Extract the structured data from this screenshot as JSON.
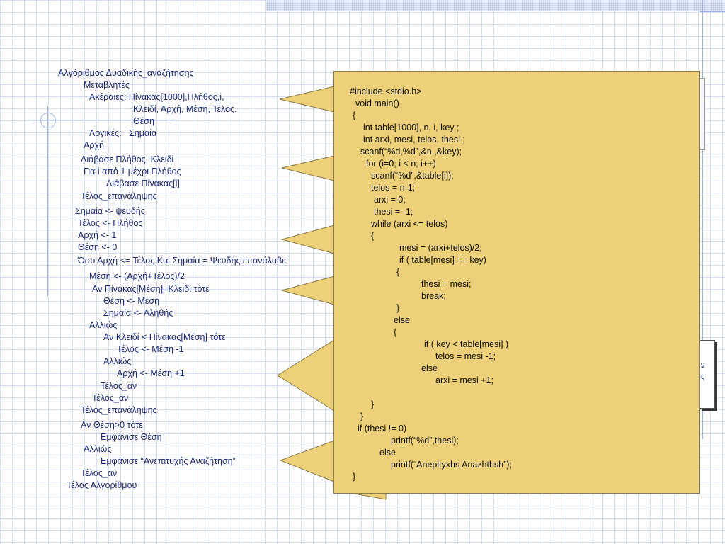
{
  "algorithm": {
    "lines": [
      "Αλγόριθμος Δυαδικής_αναζήτησης",
      "Μεταβλητές",
      "Ακέραιες: Πίνακας[1000],Πλήθος,i,",
      "Κλειδί, Αρχή, Μέση, Τέλος,",
      "Θέση",
      "Λογικές:   Σημαία",
      "Αρχή",
      "Διάβασε Πλήθος, Κλειδί",
      "Για i από 1 μέχρι Πλήθος",
      "Διάβασε Πίνακας[i]",
      "Τέλος_επανάληψης",
      "Σημαία <- ψευδής",
      "Τέλος <- Πλήθος",
      "Αρχή <- 1",
      "Θέση <- 0",
      "Όσο Αρχή <= Τέλος Και Σημαία = Ψευδής επανάλαβε",
      "Μέση <- (Αρχή+Τέλος)/2",
      "Αν Πίνακας[Μέση]=Κλειδί τότε",
      "Θέση <- Μέση",
      "Σημαία <- Αληθής",
      "Αλλιώς",
      "Αν Κλειδί < Πίνακας[Μέση] τότε",
      "Τέλος <- Μέση -1",
      "Αλλιώς",
      "Αρχή <- Μέση +1",
      "Τέλος_αν",
      "Τέλος_αν",
      "Τέλος_επανάληψης",
      "Αν Θέση>0 τότε",
      "Εμφάνισε Θέση",
      "Αλλιώς",
      "Εμφάνισε “Ανεπιτυχής Αναζήτηση”",
      "Τέλος_αν",
      "Τέλος Αλγορίθμου"
    ]
  },
  "code": {
    "lines": [
      "#include <stdio.h>",
      "void main()",
      "{",
      "int table[1000], n, i, key ;",
      "int arxi, mesi, telos, thesi ;",
      "scanf(“%d,%d”,&n ,&key);",
      "for (i=0; i < n; i++)",
      "scanf(“%d”,&table[i]);",
      "telos = n-1;",
      "arxi = 0;",
      "thesi = -1;",
      "while (arxi <= telos)",
      "{",
      "mesi = (arxi+telos)/2;",
      "if ( table[mesi] == key)",
      "{",
      "thesi = mesi;",
      "break;",
      "}",
      "else",
      "{",
      "if ( key < table[mesi] )",
      "telos = mesi -1;",
      "else",
      "arxi = mesi +1;",
      "}",
      "}",
      "if (thesi != 0)",
      "printf(“%d”,thesi);",
      "else",
      "printf(“Anepityxhs Anazhthsh”);",
      "}"
    ]
  },
  "peek_text": [
    "ν",
    "ς"
  ],
  "colors": {
    "callout_fill": "#ecd17a",
    "callout_border": "#8a7a4a",
    "text_blue": "#1e2a78",
    "grid": "#d6dff3"
  }
}
